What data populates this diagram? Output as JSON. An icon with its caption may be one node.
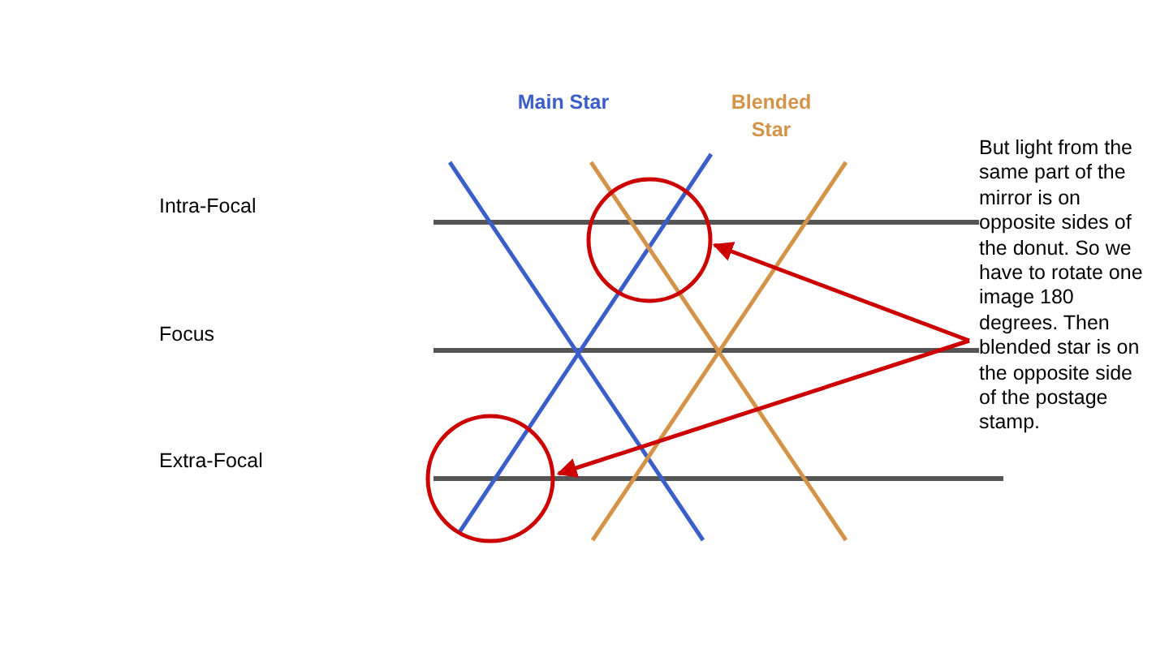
{
  "diagram": {
    "nodes": [
      {
        "text": [
          "But light from the same part of the mirror is on opposite sides of the donut. So we have to rotate one image 180 degrees. Then blended star is on the opposite side of the postage stamp."
        ]
      },
      {
        "text": [],
        "shape": "circle"
      },
      {
        "text": [],
        "shape": "circle"
      }
    ],
    "edges": [
      {
        "from": 0,
        "to": 1,
        "arrow": "to"
      },
      {
        "from": 0,
        "to": 2,
        "arrow": "to"
      }
    ],
    "labels": [
      "Main Star",
      "Blended Star",
      "Intra-Focal",
      "Focus",
      "Extra-Focal"
    ]
  }
}
